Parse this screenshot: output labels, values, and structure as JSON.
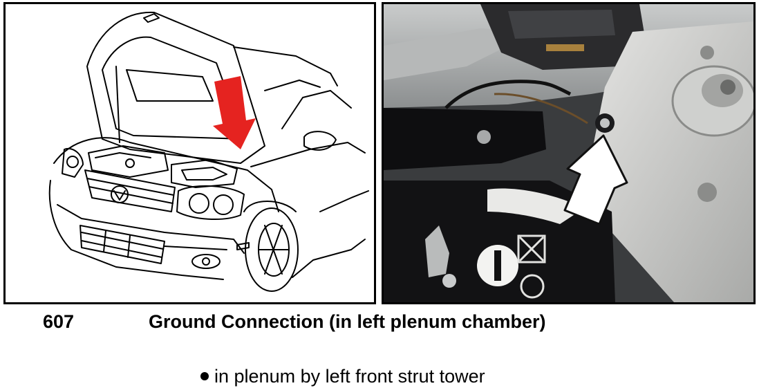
{
  "figure": {
    "left_illustration": {
      "subject": "line drawing of hatchback with hood open",
      "arrow_color": "#e52320",
      "line_color": "#000000"
    },
    "right_photo": {
      "subject": "photo of ground connection in left plenum chamber",
      "arrow_color": "#ffffff"
    }
  },
  "caption": {
    "number": "607",
    "title": "Ground Connection (in left plenum chamber)"
  },
  "bullets": [
    {
      "text": "in plenum by left front strut tower"
    }
  ]
}
